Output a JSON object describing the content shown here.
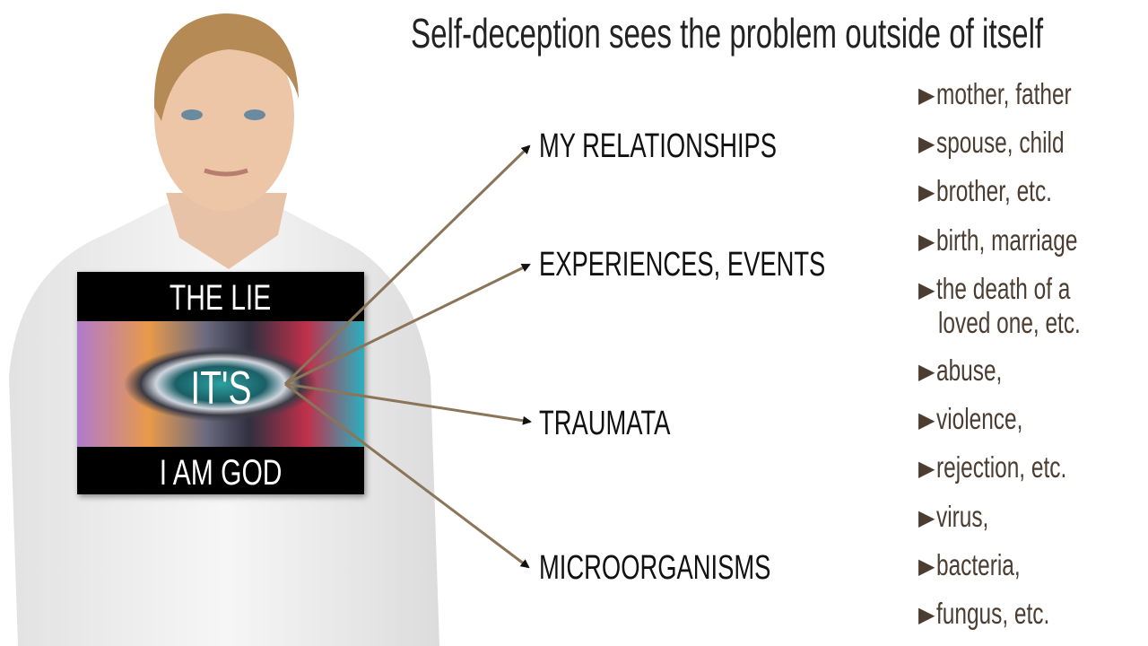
{
  "title": "Self-deception sees the problem outside of itself",
  "card": {
    "top": "THE LIE",
    "middle": "IT'S",
    "bottom": "I AM GOD"
  },
  "categories": [
    "MY RELATIONSHIPS",
    "EXPERIENCES, EVENTS",
    "TRAUMATA",
    "MICROORGANISMS"
  ],
  "bullet_icon": "triangle-right",
  "items": [
    "mother, father",
    "spouse, child",
    "brother, etc.",
    "birth, marriage",
    "the death of a",
    "loved one, etc.",
    "abuse,",
    "violence,",
    "rejection, etc.",
    "virus,",
    "bacteria,",
    "fungus, etc."
  ],
  "colors": {
    "text_brown": "#4b3d31",
    "arrow_light": "#e9c898",
    "arrow_dark": "#2a2018"
  }
}
